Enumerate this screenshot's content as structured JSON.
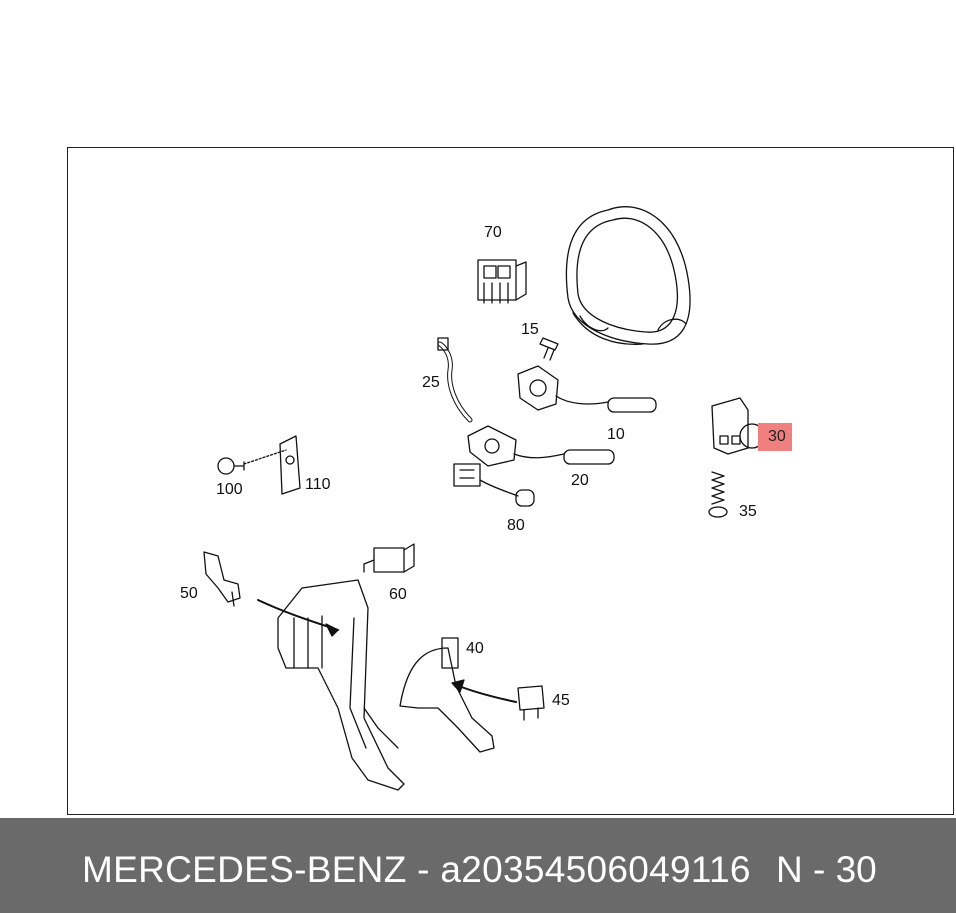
{
  "diagram": {
    "part_labels": {
      "p10": "10",
      "p15": "15",
      "p20": "20",
      "p25": "25",
      "p30": "30",
      "p35": "35",
      "p40": "40",
      "p45": "45",
      "p50": "50",
      "p60": "60",
      "p70": "70",
      "p80": "80",
      "p100": "100",
      "p110": "110"
    },
    "highlighted_part": "30",
    "highlight_color": "#f08080"
  },
  "footer": {
    "caption": "MERCEDES-BENZ - a20354506049116",
    "position": "N - 30",
    "background": "#6a6a6a"
  }
}
